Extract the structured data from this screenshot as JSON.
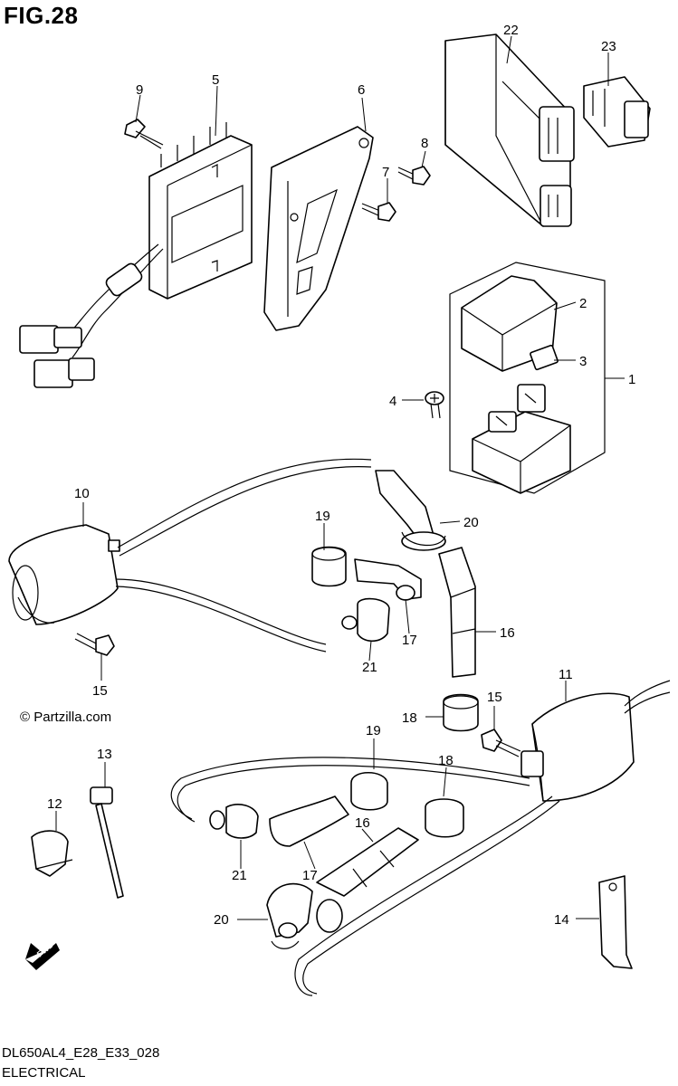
{
  "figure_title": "FIG.28",
  "copyright": "© Partzilla.com",
  "footer": {
    "model_code": "DL650AL4_E28_E33_028",
    "section_title": "ELECTRICAL"
  },
  "fwd_badge": "FWD",
  "callouts": [
    "1",
    "2",
    "3",
    "4",
    "5",
    "6",
    "7",
    "8",
    "9",
    "10",
    "11",
    "12",
    "13",
    "14",
    "15",
    "15",
    "16",
    "16",
    "17",
    "17",
    "18",
    "18",
    "19",
    "19",
    "20",
    "20",
    "21",
    "21",
    "22",
    "23"
  ]
}
